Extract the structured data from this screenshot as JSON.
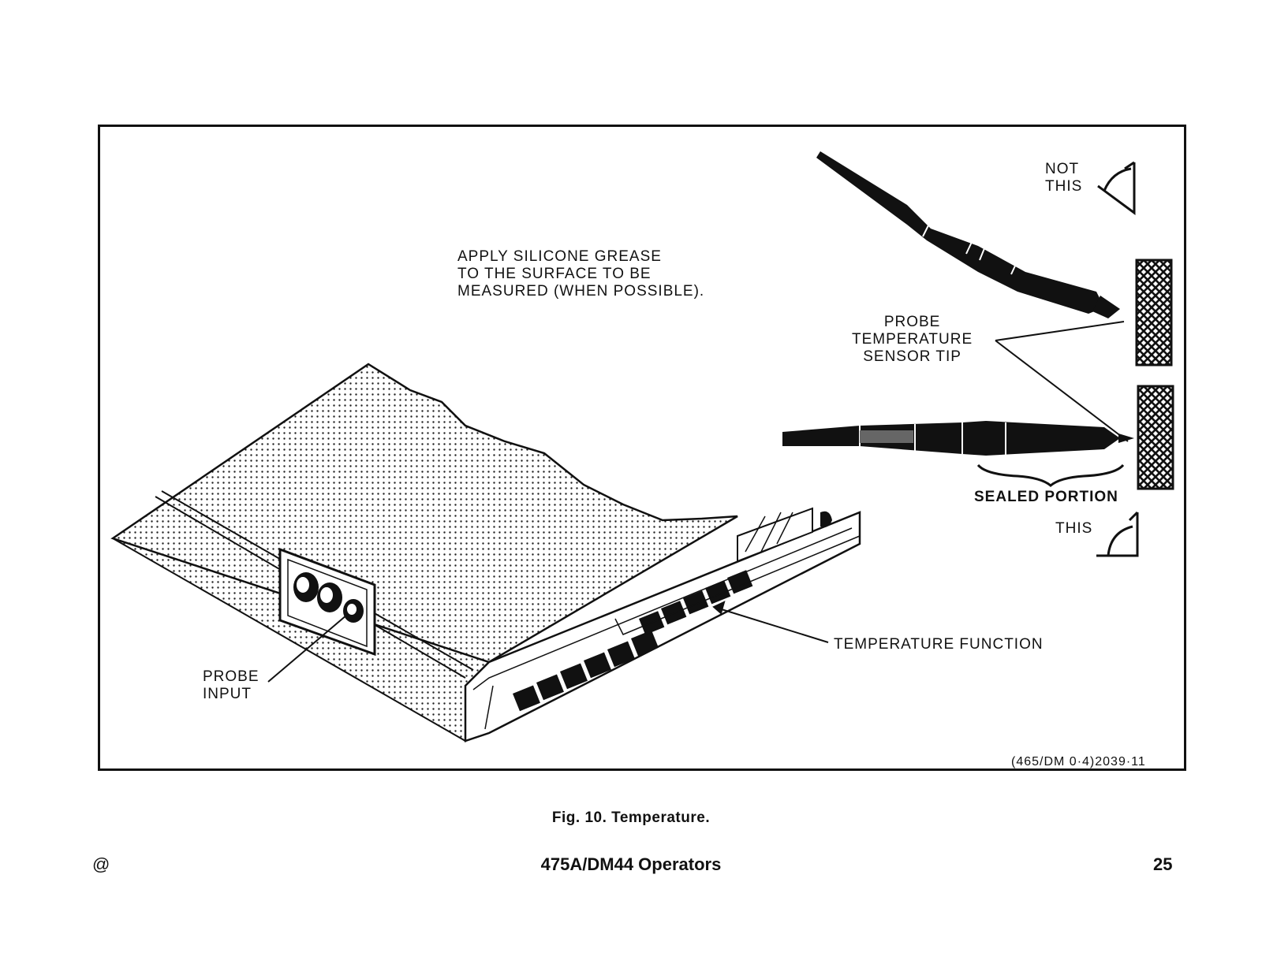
{
  "figure": {
    "grease_note": "APPLY SILICONE GREASE\nTO THE SURFACE TO BE\nMEASURED (WHEN POSSIBLE).",
    "not_this": "NOT\nTHIS",
    "this": "THIS",
    "probe_tip": "PROBE\nTEMPERATURE\nSENSOR TIP",
    "sealed_portion": "SEALED PORTION",
    "temperature_function": "TEMPERATURE FUNCTION",
    "probe_input": "PROBE\nINPUT",
    "figure_code": "(465/DM 0·4)2039·11"
  },
  "caption": "Fig. 10.  Temperature.",
  "footer": {
    "left_mark": "@",
    "title": "475A/DM44 Operators",
    "page_number": "25"
  }
}
